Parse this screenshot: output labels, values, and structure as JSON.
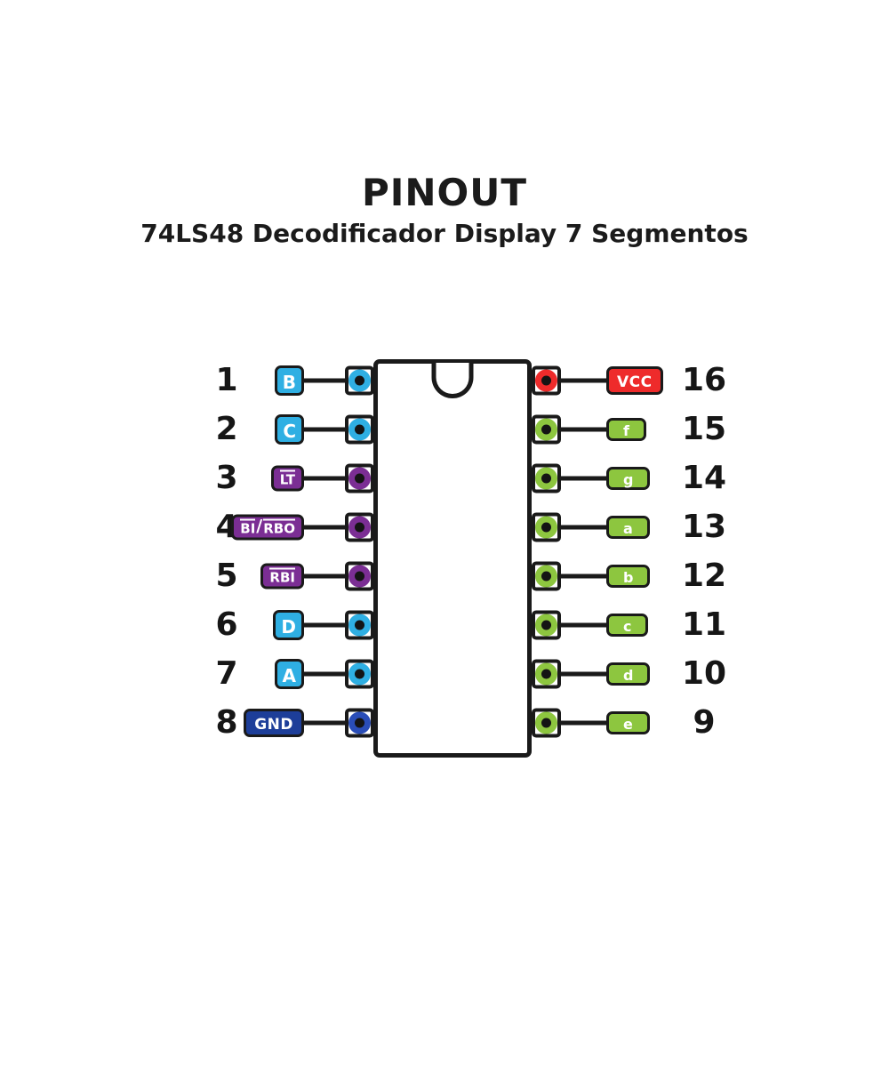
{
  "header": {
    "title": "PINOUT",
    "subtitle": "74LS48 Decodificador Display 7 Segmentos"
  },
  "colors": {
    "cyan": "#2FAFE3",
    "purple": "#7B2E94",
    "darkblue": "#1D3E99",
    "royalblue": "#2A4DB7",
    "red": "#EE2B2B",
    "green": "#8DC63F",
    "outline": "#1A1A1A",
    "text": "#161616"
  },
  "pins": {
    "left": [
      {
        "num": "1",
        "color": "cyan",
        "label": [
          {
            "t": "B",
            "ov": false
          }
        ]
      },
      {
        "num": "2",
        "color": "cyan",
        "label": [
          {
            "t": "C",
            "ov": false
          }
        ]
      },
      {
        "num": "3",
        "color": "purple",
        "label": [
          {
            "t": "LT",
            "ov": true
          }
        ]
      },
      {
        "num": "4",
        "color": "purple",
        "label": [
          {
            "t": "BI",
            "ov": true
          },
          {
            "t": "/",
            "ov": false
          },
          {
            "t": "RBO",
            "ov": true
          }
        ]
      },
      {
        "num": "5",
        "color": "purple",
        "label": [
          {
            "t": "RBI",
            "ov": true
          }
        ]
      },
      {
        "num": "6",
        "color": "cyan",
        "label": [
          {
            "t": "D",
            "ov": false
          }
        ]
      },
      {
        "num": "7",
        "color": "cyan",
        "label": [
          {
            "t": "A",
            "ov": false
          }
        ]
      },
      {
        "num": "8",
        "color": "darkblue",
        "ring": "royalblue",
        "label": [
          {
            "t": "GND",
            "ov": false
          }
        ]
      }
    ],
    "right": [
      {
        "num": "16",
        "color": "red",
        "label": [
          {
            "t": "VCC",
            "ov": false
          }
        ]
      },
      {
        "num": "15",
        "color": "green",
        "label": [
          {
            "t": "f",
            "ov": false
          }
        ]
      },
      {
        "num": "14",
        "color": "green",
        "label": [
          {
            "t": "g",
            "ov": false
          }
        ]
      },
      {
        "num": "13",
        "color": "green",
        "label": [
          {
            "t": "a",
            "ov": false
          }
        ]
      },
      {
        "num": "12",
        "color": "green",
        "label": [
          {
            "t": "b",
            "ov": false
          }
        ]
      },
      {
        "num": "11",
        "color": "green",
        "label": [
          {
            "t": "c",
            "ov": false
          }
        ]
      },
      {
        "num": "10",
        "color": "green",
        "label": [
          {
            "t": "d",
            "ov": false
          }
        ]
      },
      {
        "num": "9",
        "color": "green",
        "label": [
          {
            "t": "e",
            "ov": false
          }
        ]
      }
    ]
  }
}
